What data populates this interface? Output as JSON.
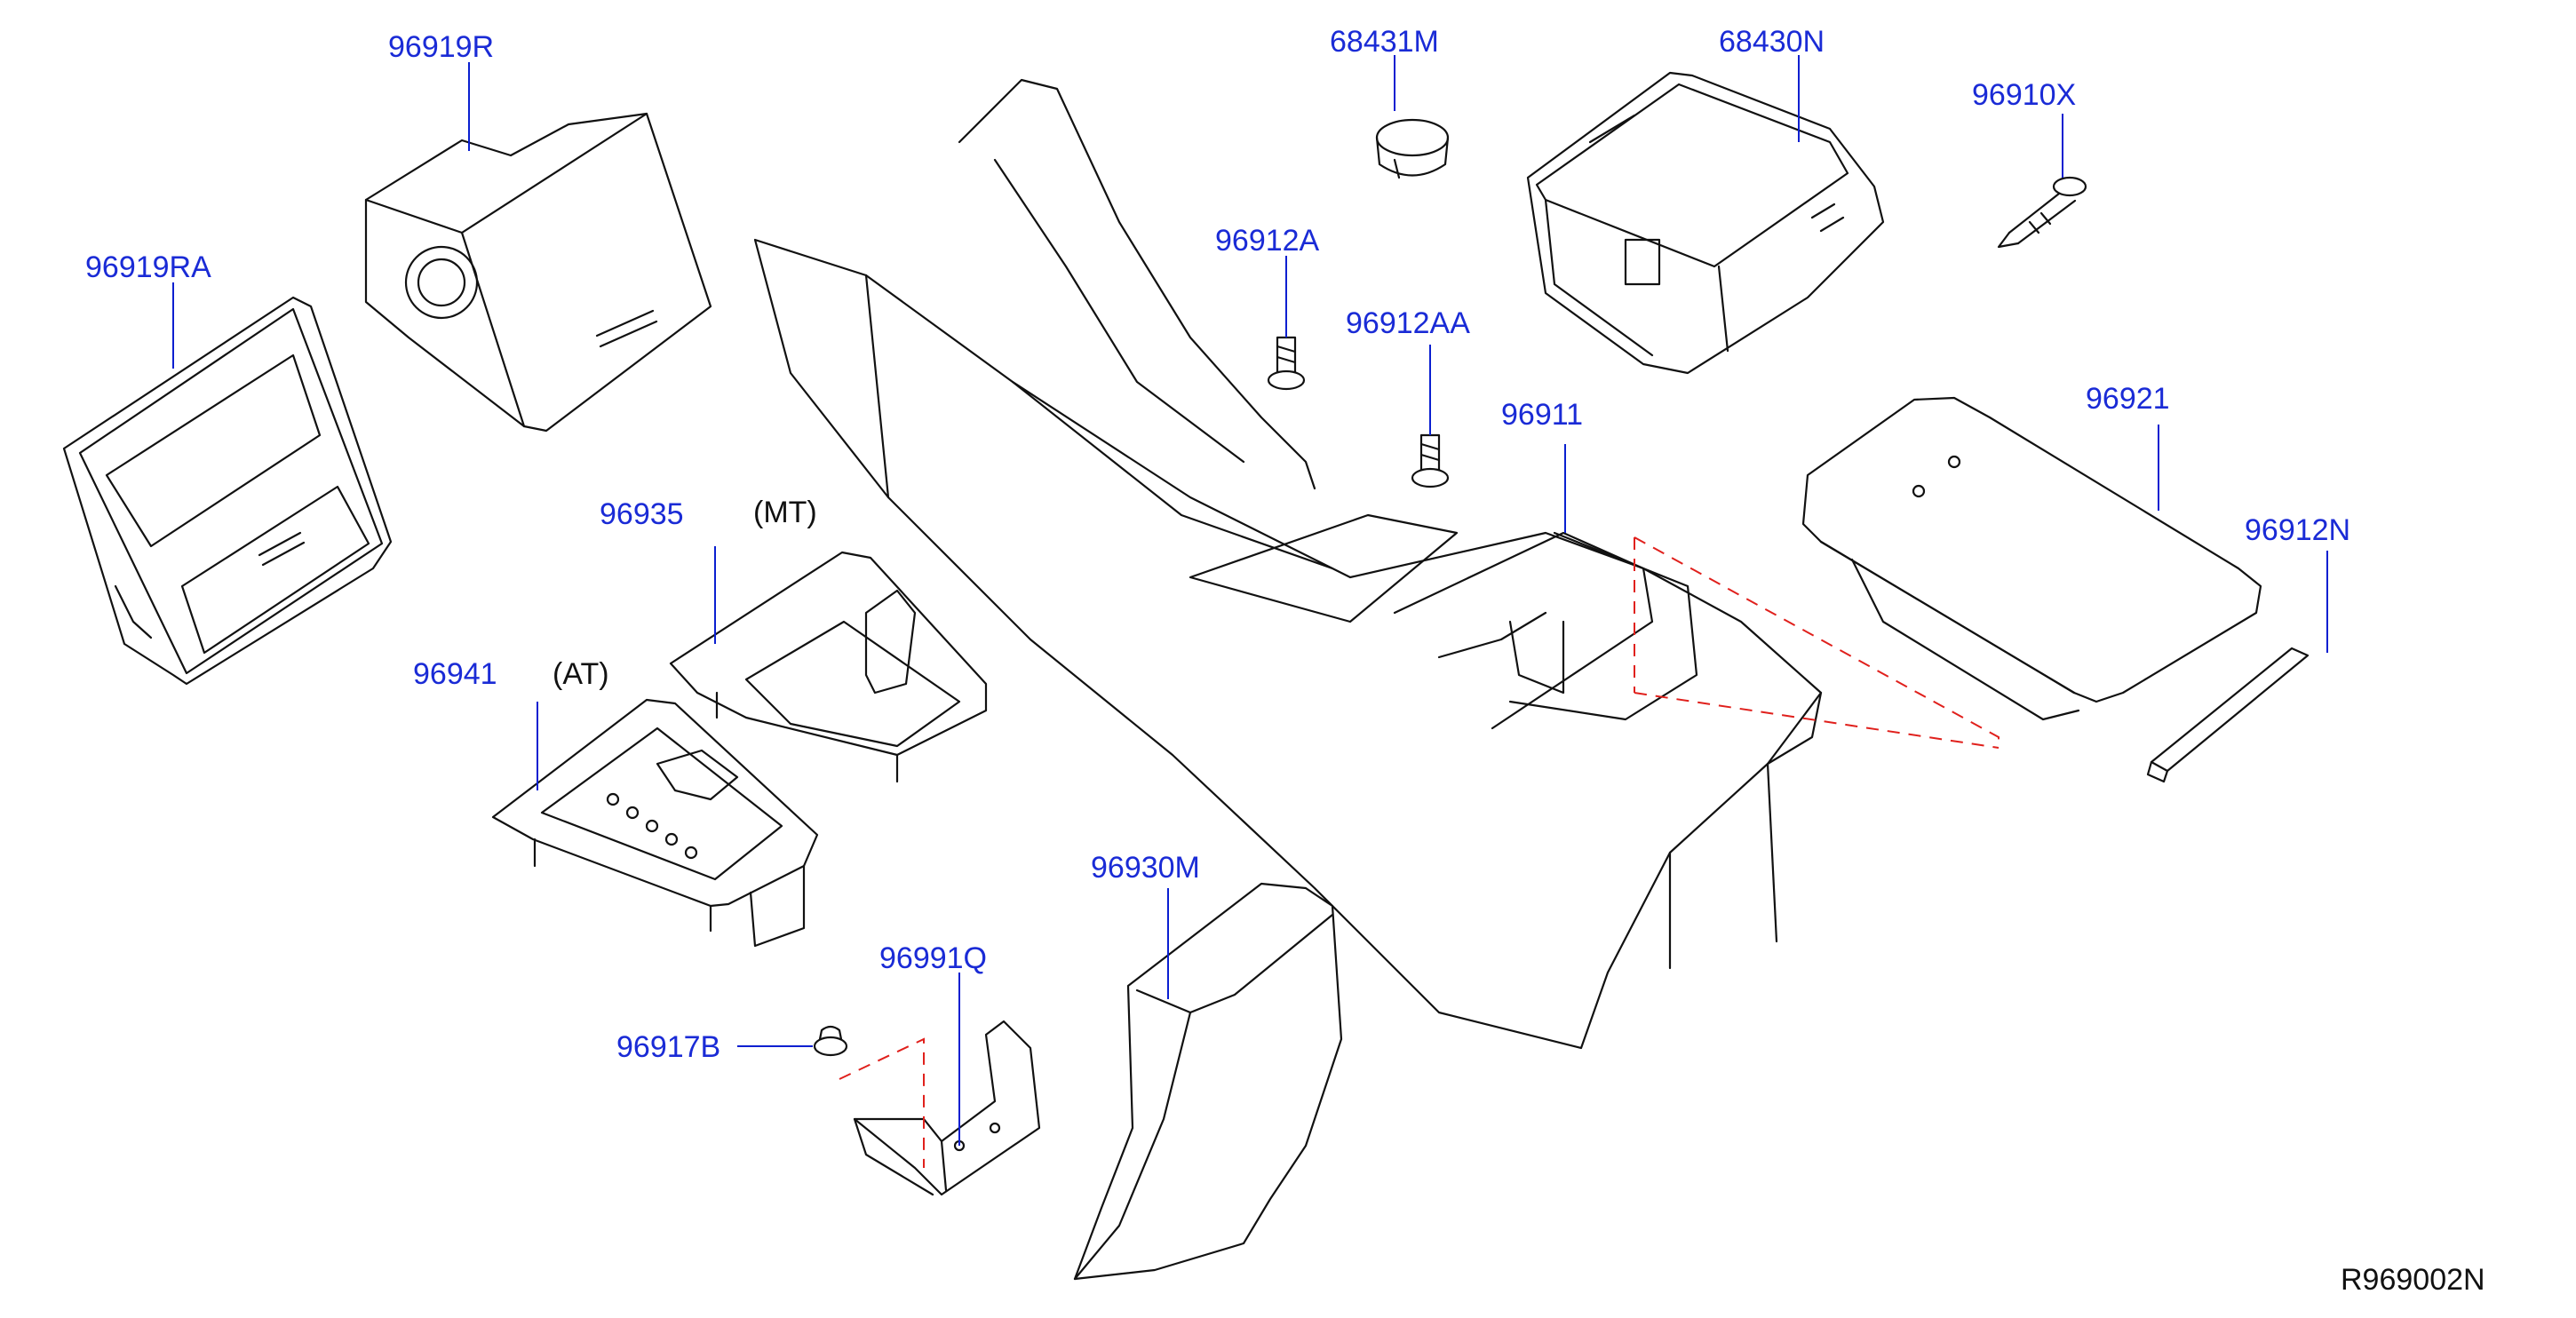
{
  "parts": [
    {
      "id": "96919R",
      "label": "96919R"
    },
    {
      "id": "96919RA",
      "label": "96919RA"
    },
    {
      "id": "68431M",
      "label": "68431M"
    },
    {
      "id": "68430N",
      "label": "68430N"
    },
    {
      "id": "96910X",
      "label": "96910X"
    },
    {
      "id": "96912A",
      "label": "96912A"
    },
    {
      "id": "96912AA",
      "label": "96912AA"
    },
    {
      "id": "96911",
      "label": "96911"
    },
    {
      "id": "96921",
      "label": "96921"
    },
    {
      "id": "96912N",
      "label": "96912N"
    },
    {
      "id": "96935",
      "label": "96935"
    },
    {
      "id": "96941",
      "label": "96941"
    },
    {
      "id": "96930M",
      "label": "96930M"
    },
    {
      "id": "96991Q",
      "label": "96991Q"
    },
    {
      "id": "96917B",
      "label": "96917B"
    }
  ],
  "notes": {
    "mt": "(MT)",
    "at": "(AT)"
  },
  "reference_code": "R969002N",
  "colors": {
    "label": "#1a2bd6",
    "leader": "#0a1fd0",
    "dashed_guide": "#e0201c",
    "line_art": "#111111"
  }
}
